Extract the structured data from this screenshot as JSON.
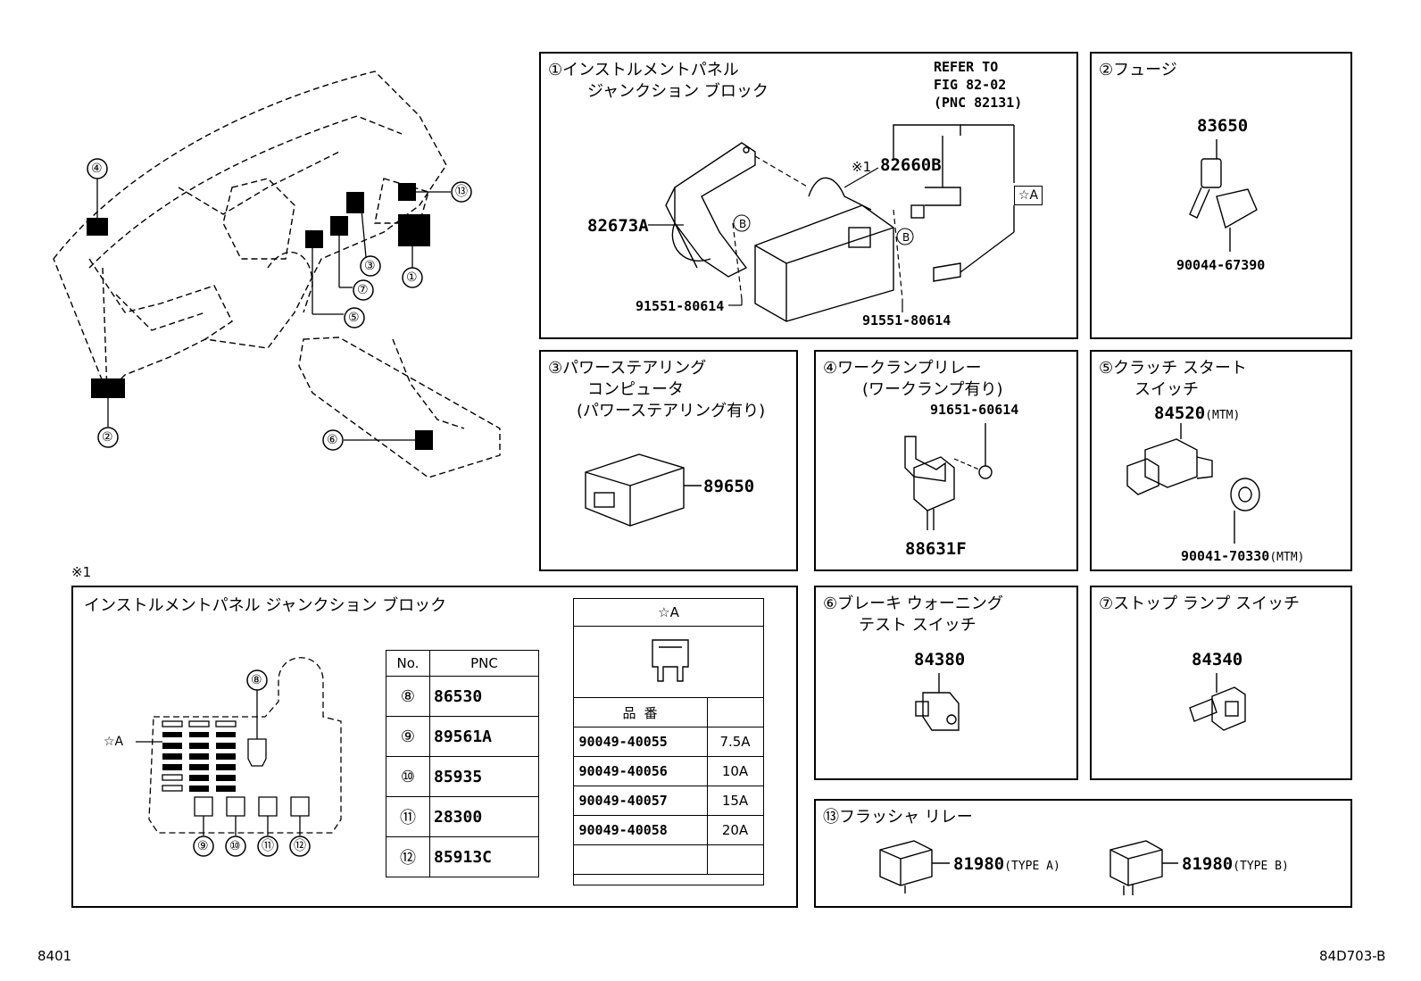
{
  "overview": {
    "callouts": [
      "④",
      "⑬",
      "③",
      "①",
      "⑦",
      "⑤",
      "②",
      "⑥"
    ]
  },
  "panels": {
    "p1": {
      "num": "①",
      "title1": "インストルメントパネル",
      "title2": "ジャンクション ブロック",
      "refer1": "REFER TO",
      "refer2": "FIG 82-02",
      "refer3": "(PNC 82131)",
      "note_mark": "※1",
      "pn_main": "82660B",
      "pn_bracket": "82673A",
      "pn_bolt1": "91551-80614",
      "pn_bolt2": "91551-80614",
      "star_a": "☆A",
      "b1": "B",
      "b2": "B"
    },
    "p2": {
      "num": "②",
      "title": "フュージ",
      "pn_a": "83650",
      "pn_b": "90044-67390"
    },
    "p3": {
      "num": "③",
      "title1": "パワーステアリング",
      "title2": "コンピュータ",
      "title3": "(パワーステアリング有り)",
      "pn": "89650"
    },
    "p4": {
      "num": "④",
      "title1": "ワークランプリレー",
      "title2": "(ワークランプ有り)",
      "pn_a": "91651-60614",
      "pn_b": "88631F"
    },
    "p5": {
      "num": "⑤",
      "title1": "クラッチ スタート",
      "title2": "スイッチ",
      "pn_a": "84520",
      "pn_a_note": "(MTM)",
      "pn_b": "90041-70330",
      "pn_b_note": "(MTM)"
    },
    "p6": {
      "num": "⑥",
      "title1": "ブレーキ ウォーニング",
      "title2": "テスト スイッチ",
      "pn": "84380"
    },
    "p7": {
      "num": "⑦",
      "title": "ストップ ランプ スイッチ",
      "pn": "84340"
    },
    "p13": {
      "num": "⑬",
      "title": "フラッシャ リレー",
      "pn_a": "81980",
      "pn_a_note": "(TYPE A)",
      "pn_b": "81980",
      "pn_b_note": "(TYPE B)"
    }
  },
  "jb_detail": {
    "note_mark": "※1",
    "title": "インストルメントパネル ジャンクション ブロック",
    "star_label": "☆A",
    "callouts": [
      "⑧",
      "⑨",
      "⑩",
      "⑪",
      "⑫"
    ],
    "table_head": {
      "no": "No.",
      "pnc": "PNC"
    },
    "rows": [
      {
        "no": "⑧",
        "pnc": "86530"
      },
      {
        "no": "⑨",
        "pnc": "89561A"
      },
      {
        "no": "⑩",
        "pnc": "85935"
      },
      {
        "no": "⑪",
        "pnc": "28300"
      },
      {
        "no": "⑫",
        "pnc": "85913C"
      }
    ],
    "fuse_table": {
      "title": "☆A",
      "head": "品 番",
      "rows": [
        {
          "part": "90049-40055",
          "amp": "7.5A"
        },
        {
          "part": "90049-40056",
          "amp": "10A"
        },
        {
          "part": "90049-40057",
          "amp": "15A"
        },
        {
          "part": "90049-40058",
          "amp": "20A"
        }
      ]
    }
  },
  "footer": {
    "left": "8401",
    "right": "84D703-B"
  }
}
